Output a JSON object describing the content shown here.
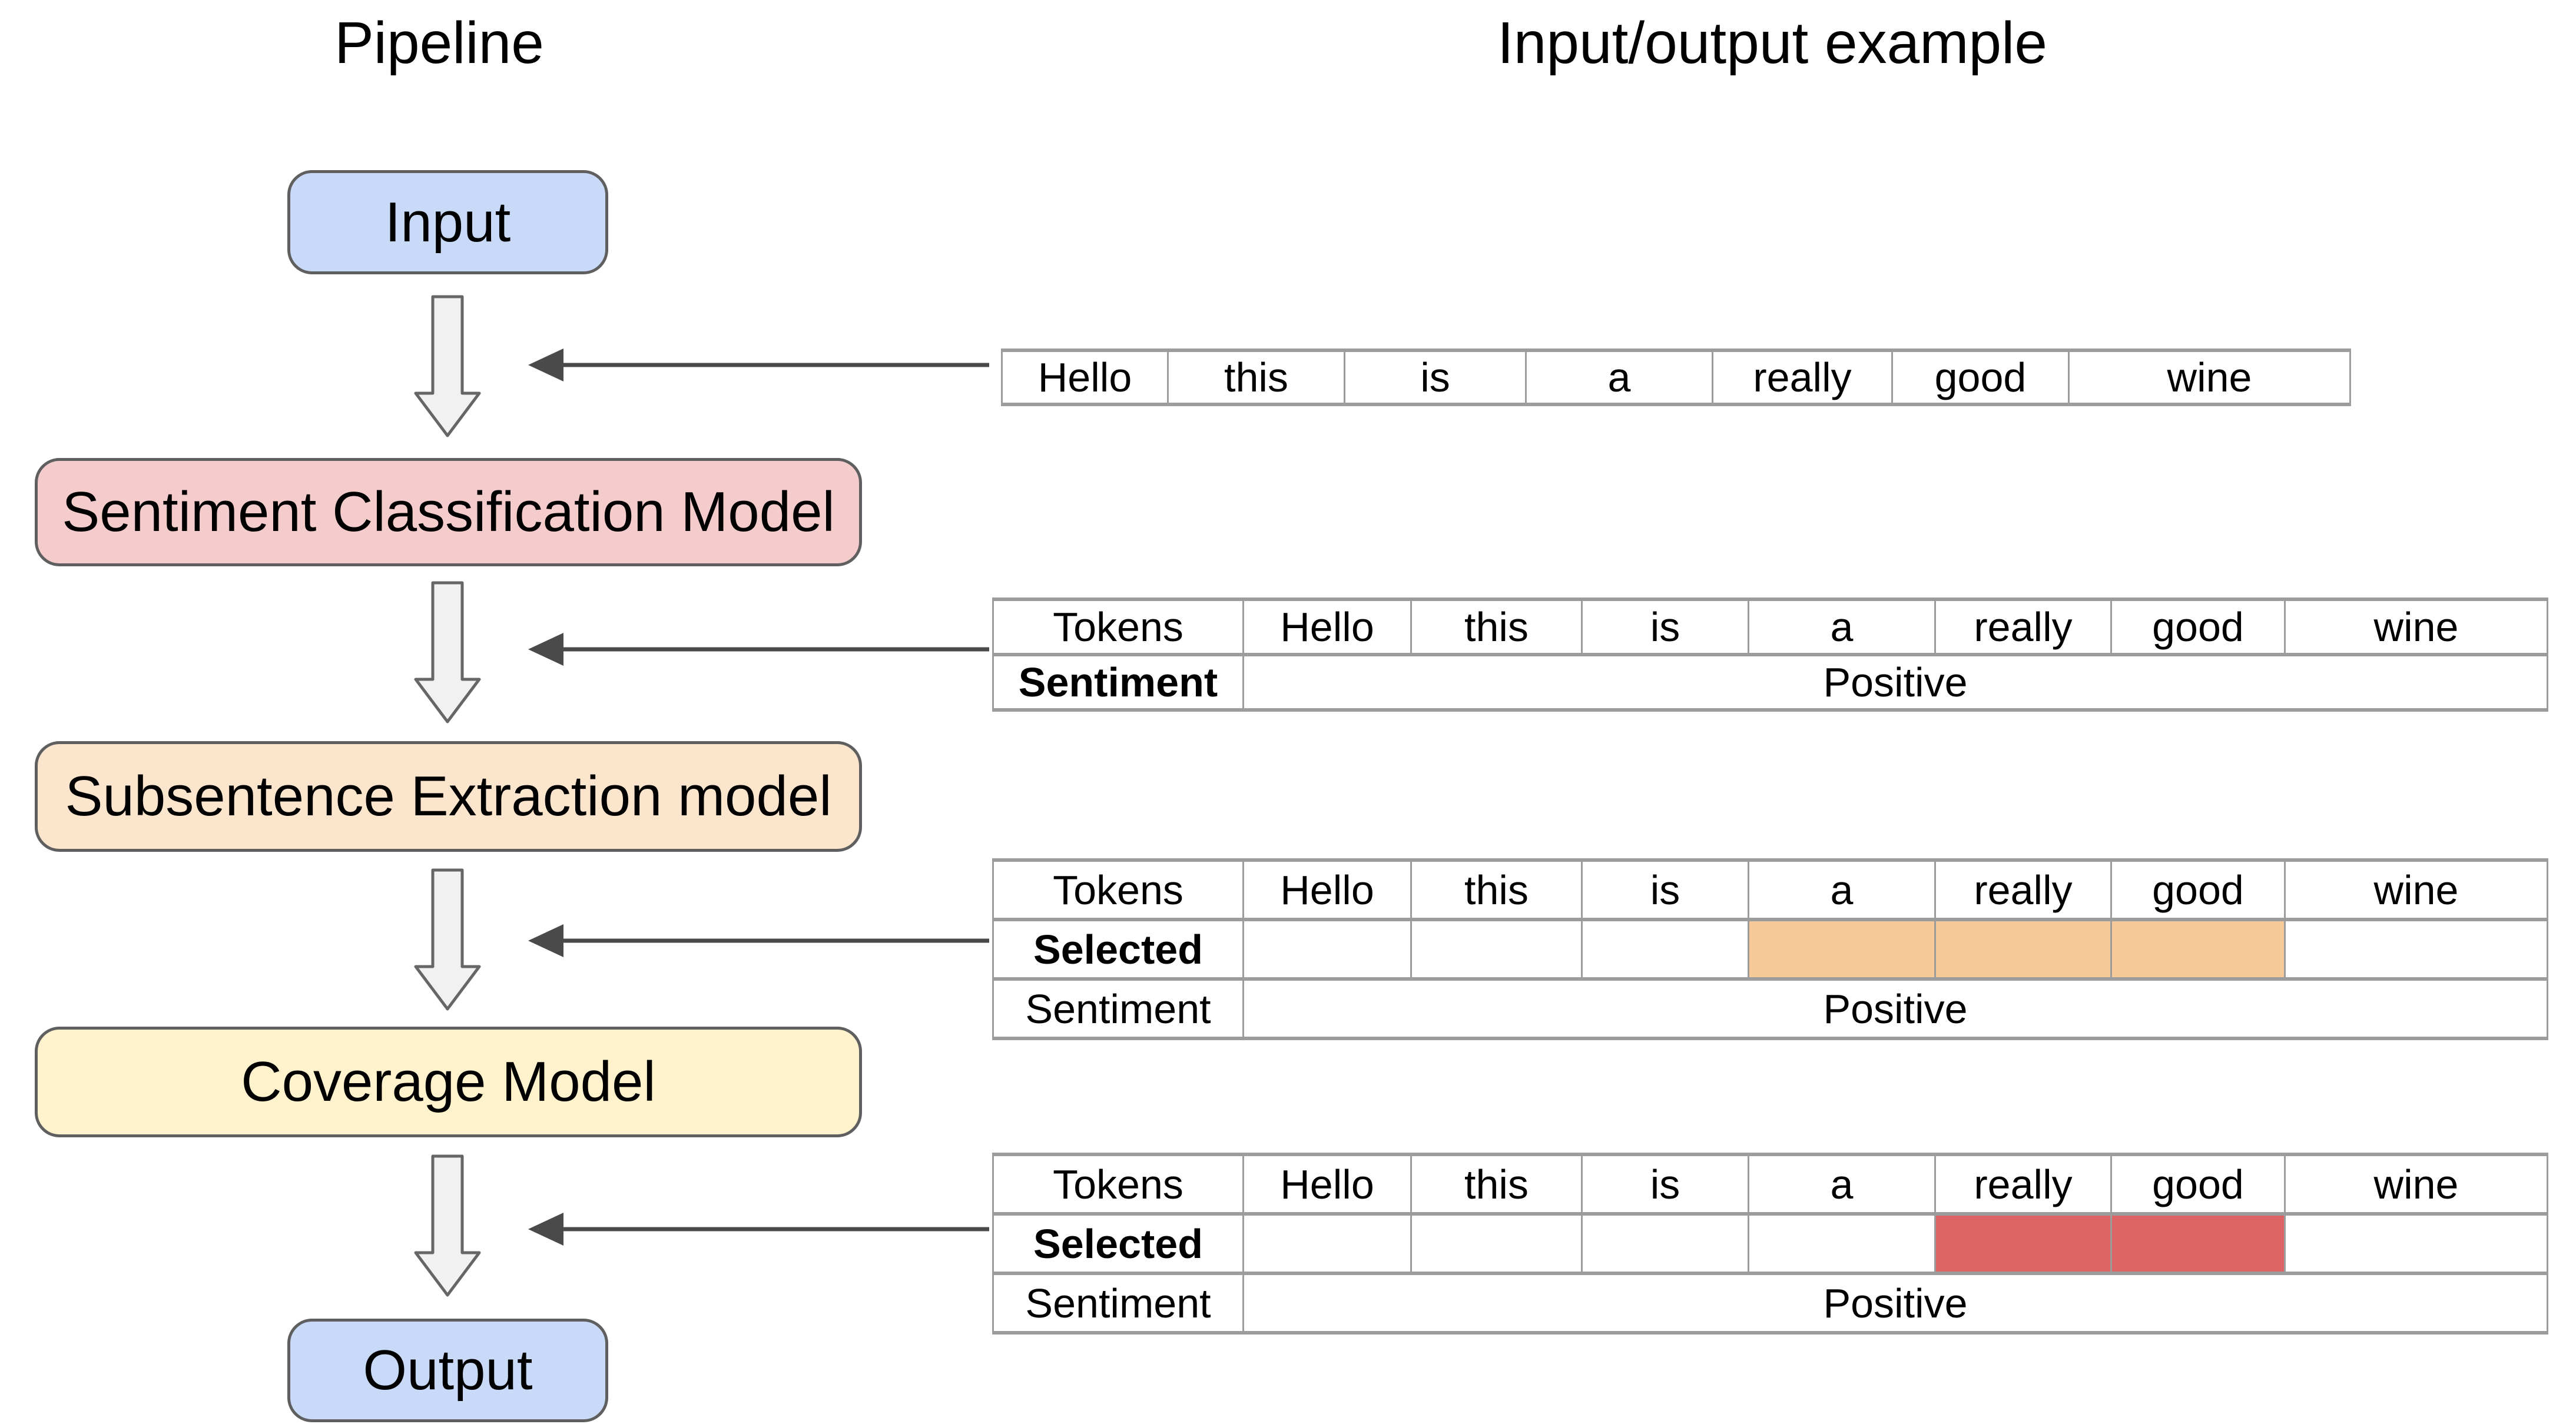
{
  "titles": {
    "pipeline": "Pipeline",
    "example": "Input/output example"
  },
  "pipeline_nodes": [
    {
      "label": "Input",
      "fill": "#c9daf8"
    },
    {
      "label": "Sentiment Classification Model",
      "fill": "#f4cccc"
    },
    {
      "label": "Subsentence Extraction model",
      "fill": "#fce5cd"
    },
    {
      "label": "Coverage Model",
      "fill": "#fff2cc"
    },
    {
      "label": "Output",
      "fill": "#c9daf8"
    }
  ],
  "colors": {
    "subsentence_selected_highlight": "#f6c998",
    "coverage_selected_highlight": "#dd6464",
    "node_border": "#5f5f5f",
    "table_border": "#9c9c9c",
    "arrow_fill": "#f1f1f1",
    "arrow_outline": "#666666",
    "thin_arrow": "#4a4a4a"
  },
  "tables": [
    {
      "name": "input-example-table",
      "rows": [
        {
          "cells": [
            {
              "text": "Hello"
            },
            {
              "text": "this"
            },
            {
              "text": "is"
            },
            {
              "text": "a"
            },
            {
              "text": "really"
            },
            {
              "text": "good"
            },
            {
              "text": "wine"
            }
          ]
        }
      ]
    },
    {
      "name": "sentiment-model-output-table",
      "rows": [
        {
          "cells": [
            {
              "text": "Tokens"
            },
            {
              "text": "Hello"
            },
            {
              "text": "this"
            },
            {
              "text": "is"
            },
            {
              "text": "a"
            },
            {
              "text": "really"
            },
            {
              "text": "good"
            },
            {
              "text": "wine"
            }
          ]
        },
        {
          "cells": [
            {
              "text": "Sentiment",
              "bold": true
            },
            {
              "text": "Positive",
              "colspan": 7
            }
          ]
        }
      ]
    },
    {
      "name": "subsentence-model-output-table",
      "rows": [
        {
          "cells": [
            {
              "text": "Tokens"
            },
            {
              "text": "Hello"
            },
            {
              "text": "this"
            },
            {
              "text": "is"
            },
            {
              "text": "a"
            },
            {
              "text": "really"
            },
            {
              "text": "good"
            },
            {
              "text": "wine"
            }
          ]
        },
        {
          "cells": [
            {
              "text": "Selected",
              "bold": true
            },
            {
              "text": ""
            },
            {
              "text": ""
            },
            {
              "text": ""
            },
            {
              "text": "",
              "fill": "#f6c998"
            },
            {
              "text": "",
              "fill": "#f6c998"
            },
            {
              "text": "",
              "fill": "#f6c998"
            },
            {
              "text": ""
            }
          ]
        },
        {
          "cells": [
            {
              "text": "Sentiment"
            },
            {
              "text": "Positive",
              "colspan": 7
            }
          ]
        }
      ]
    },
    {
      "name": "coverage-model-output-table",
      "rows": [
        {
          "cells": [
            {
              "text": "Tokens"
            },
            {
              "text": "Hello"
            },
            {
              "text": "this"
            },
            {
              "text": "is"
            },
            {
              "text": "a"
            },
            {
              "text": "really"
            },
            {
              "text": "good"
            },
            {
              "text": "wine"
            }
          ]
        },
        {
          "cells": [
            {
              "text": "Selected",
              "bold": true
            },
            {
              "text": ""
            },
            {
              "text": ""
            },
            {
              "text": ""
            },
            {
              "text": ""
            },
            {
              "text": "",
              "fill": "#dd6464"
            },
            {
              "text": "",
              "fill": "#dd6464"
            },
            {
              "text": ""
            }
          ]
        },
        {
          "cells": [
            {
              "text": "Sentiment"
            },
            {
              "text": "Positive",
              "colspan": 7
            }
          ]
        }
      ]
    }
  ]
}
